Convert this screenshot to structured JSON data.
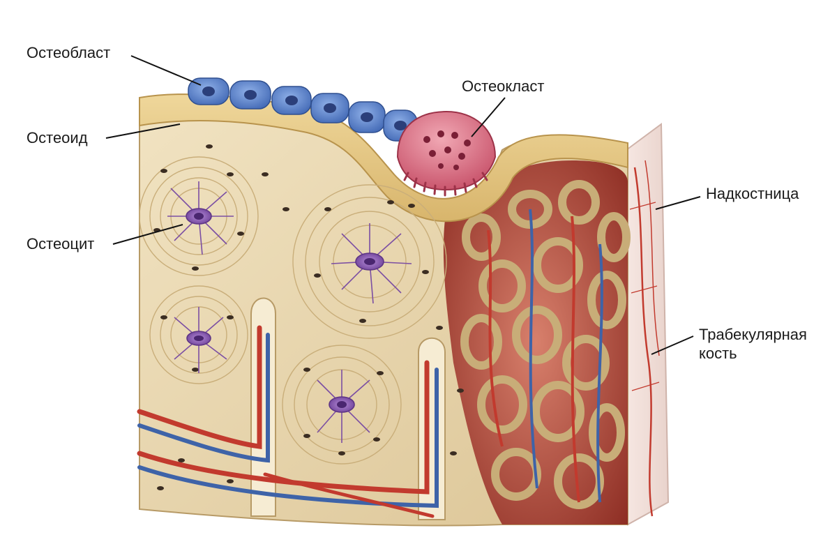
{
  "labels": {
    "osteoblast": "Остеобласт",
    "osteoid": "Остеоид",
    "osteocyte": "Остеоцит",
    "osteoclast": "Остеокласт",
    "periosteum": "Надкостница",
    "trabecular_line1": "Трабекулярная",
    "trabecular_line2": "кость"
  },
  "colors": {
    "bone": "#ead9b4",
    "bone_dark": "#cdb585",
    "osteoid": "#e3c682",
    "osteoblast": "#5b84cf",
    "osteoclast": "#d86a80",
    "osteocyte": "#8a5ab0",
    "artery": "#c23a2e",
    "vein": "#3e63a8",
    "periosteum": "#f3e3de",
    "marrow": "#b84a3a"
  }
}
